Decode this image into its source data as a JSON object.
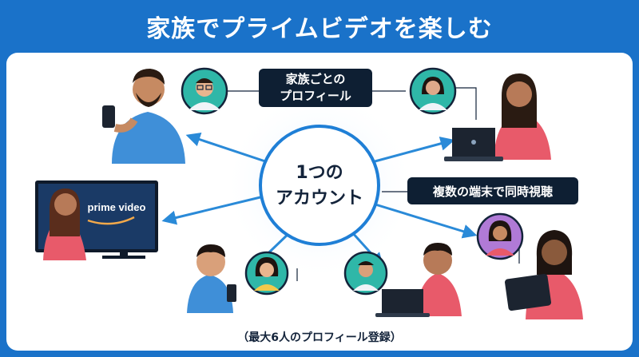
{
  "title": "家族でプライムビデオを楽しむ",
  "center": {
    "line1": "1つの",
    "line2": "アカウント"
  },
  "labels": {
    "profiles_line1": "家族ごとの",
    "profiles_line2": "プロフィール",
    "multi_device": "複数の端末で同時視聴"
  },
  "footnote": "（最大6人のプロフィール登録）",
  "tv_logo": "prime video",
  "colors": {
    "background": "#1a72c9",
    "panel": "#ffffff",
    "label_box": "#0e1f33",
    "arrow": "#2a8ad8",
    "hub_ring": "#1f7fd6"
  },
  "icons": [
    "user-avatar-icon",
    "arrow-icon",
    "tv-icon",
    "laptop-icon",
    "tablet-icon",
    "smartphone-icon"
  ]
}
